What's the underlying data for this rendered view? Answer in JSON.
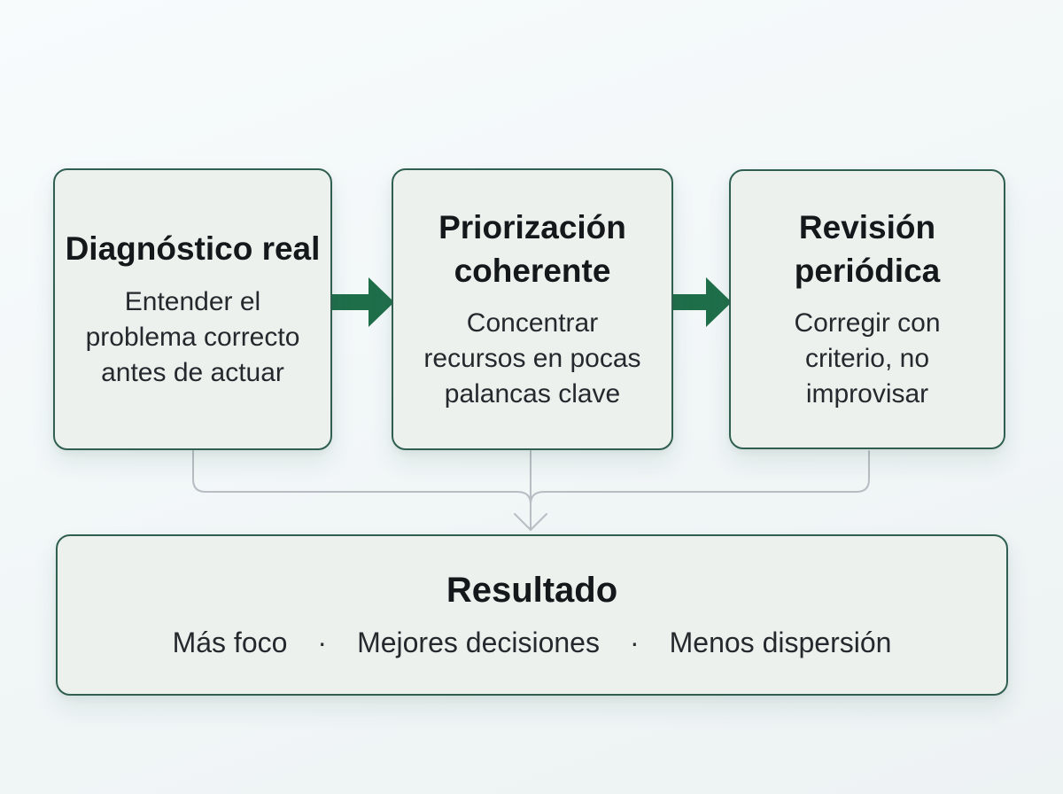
{
  "diagram": {
    "steps": [
      {
        "title": "Diagnóstico real",
        "description": "Entender el problema correcto antes de actuar"
      },
      {
        "title": "Priorización coherente",
        "description": "Concentrar recursos en pocas palancas clave"
      },
      {
        "title": "Revisión periódica",
        "description": "Corregir con criterio, no improvisar"
      }
    ],
    "result": {
      "title": "Resultado",
      "items": [
        "Más foco",
        "Mejores decisiones",
        "Menos dispersión"
      ],
      "separator": "·"
    },
    "icons": {
      "flow_arrow": "arrow-right",
      "merge_arrow": "arrow-down"
    },
    "colors": {
      "card_background": "#edf1ee",
      "card_border": "#2f5f50",
      "flow_arrow_green": "#1f6e4a",
      "connector_gray": "#b7bdc3",
      "page_background": "#f1f6f7",
      "title_text": "#15181a",
      "body_text": "#25292d"
    }
  }
}
